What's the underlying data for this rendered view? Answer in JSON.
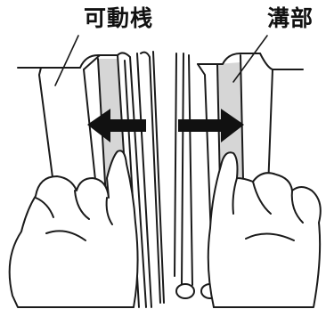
{
  "labels": {
    "left": "可動桟",
    "right": "溝部"
  },
  "colors": {
    "line": "#1a1a1a",
    "groove_fill": "#d6d6d6",
    "background": "#ffffff",
    "arrow": "#111111"
  },
  "illustration": {
    "left_arrow_direction": "left",
    "right_arrow_direction": "right"
  }
}
